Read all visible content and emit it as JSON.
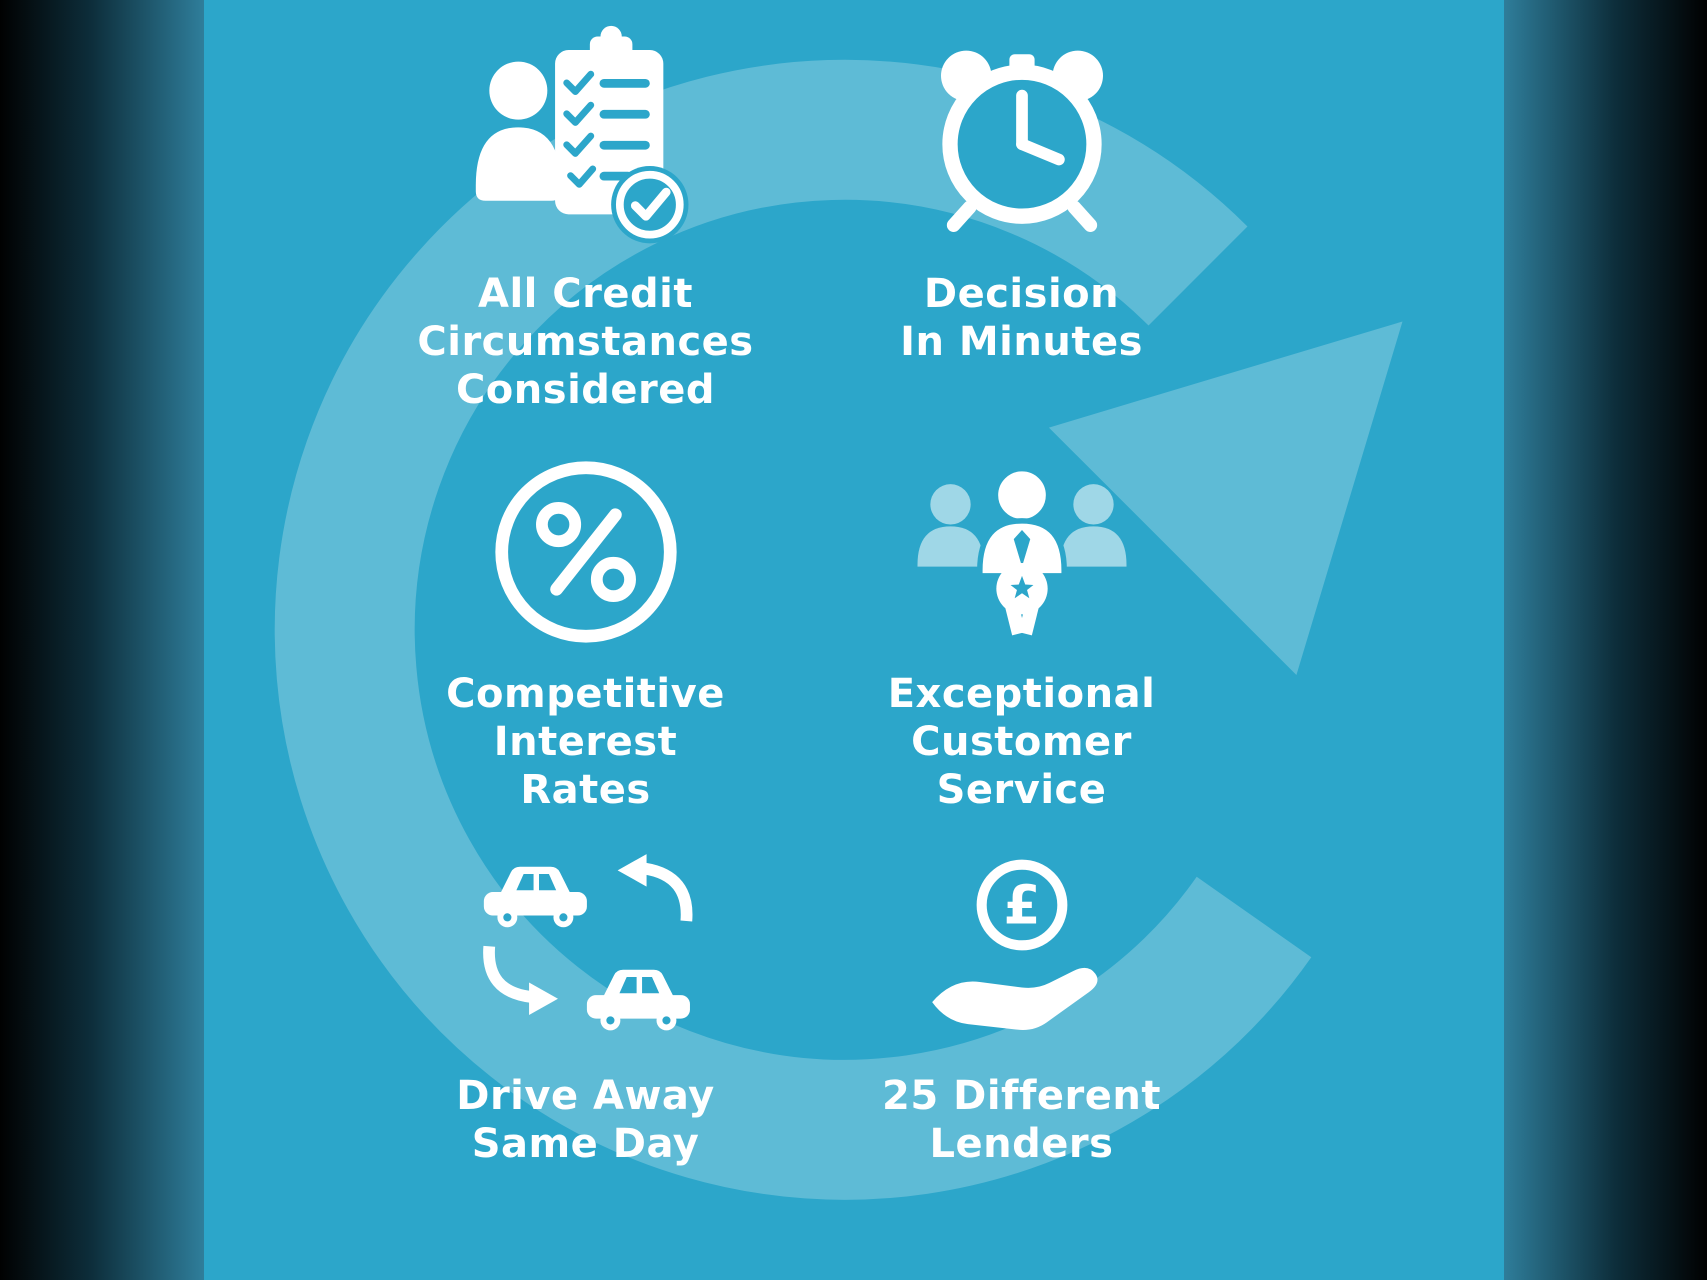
{
  "infographic": {
    "background_color": "#2CA6CA",
    "arrow_color": "rgba(255,255,255,0.24)",
    "text_color": "#FFFFFF",
    "side_vignette_color": "#000000",
    "items": [
      {
        "icon": "credit-checklist-icon",
        "label": "All Credit\nCircumstances\nConsidered"
      },
      {
        "icon": "alarm-clock-icon",
        "label": "Decision\nIn Minutes"
      },
      {
        "icon": "percent-circle-icon",
        "label": "Competitive\nInterest\nRates"
      },
      {
        "icon": "customer-service-award-icon",
        "label": "Exceptional\nCustomer\nService"
      },
      {
        "icon": "car-swap-icon",
        "label": "Drive Away\nSame Day"
      },
      {
        "icon": "pound-in-hand-icon",
        "label": "25 Different\nLenders"
      }
    ]
  }
}
